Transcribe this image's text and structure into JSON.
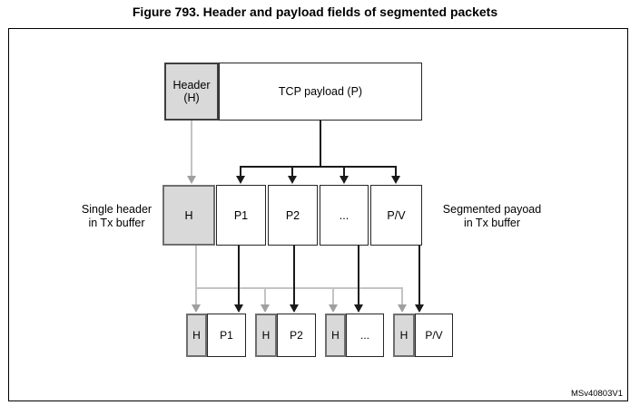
{
  "figure": {
    "title": "Figure 793. Header and payload fields of segmented packets",
    "watermark": "MSv40803V1"
  },
  "top_row": {
    "header": {
      "line1": "Header",
      "line2": "(H)"
    },
    "payload_label": "TCP payload (P)"
  },
  "middle_row": {
    "left_label": {
      "line1": "Single header",
      "line2": "in Tx buffer"
    },
    "right_label": {
      "line1": "Segmented payoad",
      "line2": "in Tx buffer"
    },
    "boxes": [
      {
        "label": "H"
      },
      {
        "label": "P1"
      },
      {
        "label": "P2"
      },
      {
        "label": "..."
      },
      {
        "label": "P/V"
      }
    ]
  },
  "bottom_row": {
    "pairs": [
      {
        "header": "H",
        "payload": "P1"
      },
      {
        "header": "H",
        "payload": "P2"
      },
      {
        "header": "H",
        "payload": "..."
      },
      {
        "header": "H",
        "payload": "P/V"
      }
    ]
  },
  "colors": {
    "gray_fill": "#d9d9d9",
    "gray_border": "#6f6f6f",
    "dark_border": "#262626",
    "gray_arrow": "#c3c3c3",
    "gray_arrowhead": "#a0a0a0",
    "black_arrow": "#1a1a1a"
  }
}
